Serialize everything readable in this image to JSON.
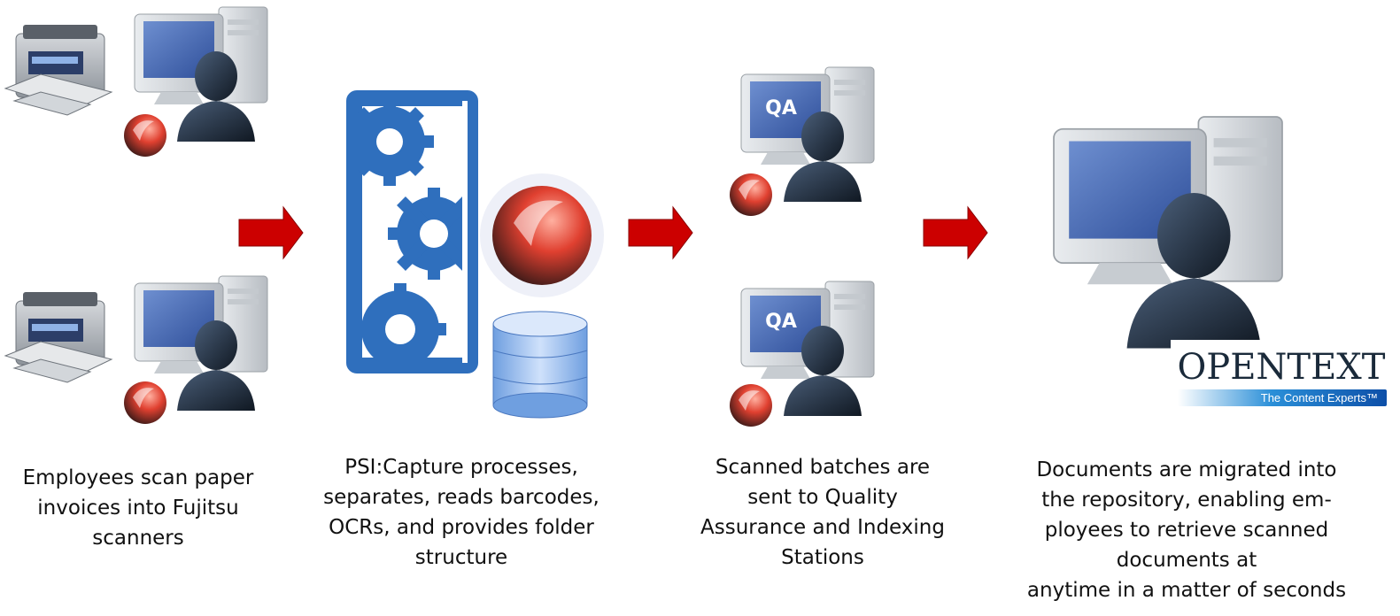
{
  "diagram": {
    "steps": [
      {
        "id": "scan",
        "caption_lines": [
          "Employees scan paper",
          "invoices into Fujitsu",
          "scanners"
        ]
      },
      {
        "id": "capture",
        "caption_lines": [
          "PSI:Capture processes,",
          "separates, reads barcodes,",
          "OCRs, and provides folder",
          "structure"
        ]
      },
      {
        "id": "qa",
        "caption_lines": [
          "Scanned batches are",
          "sent to Quality",
          "Assurance and Indexing",
          "Stations"
        ],
        "workstation_label": "QA"
      },
      {
        "id": "repository",
        "caption_lines": [
          "Documents are migrated into",
          "the repository, enabling em-",
          "ployees to retrieve scanned",
          "documents at",
          "anytime in a matter of seconds"
        ]
      }
    ],
    "logo": {
      "name": "OPENTEXT",
      "tagline": "The Content Experts™"
    },
    "colors": {
      "arrow": "#cc0000",
      "gear_panel": "#2f6fbd",
      "monitor_screen": "#3a5aa8",
      "person": "#1c2a3a"
    }
  }
}
